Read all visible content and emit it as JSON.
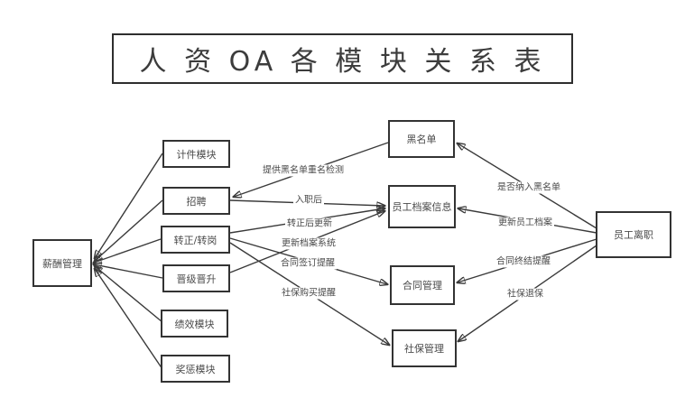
{
  "title": "人 资 OA 各 模 块 关 系 表",
  "nodes": {
    "salary": "薪酬管理",
    "piecework": "计件模块",
    "recruitment": "招聘",
    "regularization": "转正/转岗",
    "promotion": "晋级晋升",
    "performance": "绩效模块",
    "reward_punishment": "奖惩模块",
    "blacklist": "黑名单",
    "employee_file": "员工档案信息",
    "contract": "合同管理",
    "social_security": "社保管理",
    "resignation": "员工离职"
  },
  "edge_labels": {
    "blacklist_to_recruitment": "提供黑名单重名检测",
    "recruitment_to_file": "入职后",
    "regularization_to_file": "转正后更新",
    "promotion_to_file": "更新档案系统",
    "regularization_to_contract": "合同签订提醒",
    "regularization_to_social": "社保购买提醒",
    "resignation_to_blacklist": "是否纳入黑名单",
    "resignation_to_file": "更新员工档案",
    "resignation_to_contract": "合同终结提醒",
    "resignation_to_social": "社保退保"
  },
  "edges": [
    {
      "from": "计件模块",
      "to": "薪酬管理",
      "label": ""
    },
    {
      "from": "招聘",
      "to": "薪酬管理",
      "label": ""
    },
    {
      "from": "转正/转岗",
      "to": "薪酬管理",
      "label": ""
    },
    {
      "from": "晋级晋升",
      "to": "薪酬管理",
      "label": ""
    },
    {
      "from": "绩效模块",
      "to": "薪酬管理",
      "label": ""
    },
    {
      "from": "奖惩模块",
      "to": "薪酬管理",
      "label": ""
    },
    {
      "from": "黑名单",
      "to": "招聘",
      "label": "提供黑名单重名检测"
    },
    {
      "from": "招聘",
      "to": "员工档案信息",
      "label": "入职后"
    },
    {
      "from": "转正/转岗",
      "to": "员工档案信息",
      "label": "转正后更新"
    },
    {
      "from": "晋级晋升",
      "to": "员工档案信息",
      "label": "更新档案系统"
    },
    {
      "from": "转正/转岗",
      "to": "合同管理",
      "label": "合同签订提醒"
    },
    {
      "from": "转正/转岗",
      "to": "社保管理",
      "label": "社保购买提醒"
    },
    {
      "from": "员工离职",
      "to": "黑名单",
      "label": "是否纳入黑名单"
    },
    {
      "from": "员工离职",
      "to": "员工档案信息",
      "label": "更新员工档案"
    },
    {
      "from": "员工离职",
      "to": "合同管理",
      "label": "合同终结提醒"
    },
    {
      "from": "员工离职",
      "to": "社保管理",
      "label": "社保退保"
    }
  ],
  "colors": {
    "background": "#ffffff",
    "line": "#3a3a3a",
    "border": "#333333",
    "text": "#4a4a4a"
  }
}
